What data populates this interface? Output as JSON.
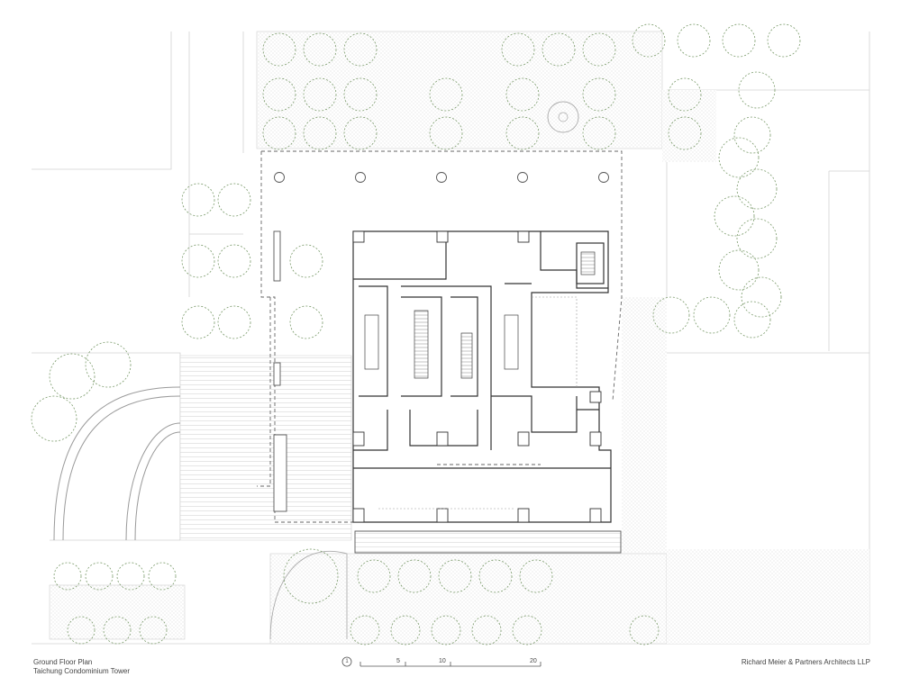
{
  "drawing": {
    "title": "Ground Floor Plan",
    "project": "Taichung Condominium Tower",
    "firm": "Richard Meier & Partners Architects LLP"
  },
  "scale_bar": {
    "north_mark": "1",
    "ticks": [
      "5",
      "10",
      "20"
    ]
  },
  "colors": {
    "line": "#555555",
    "tree": "#7a9a6a",
    "paving": "#d9d9d9",
    "light": "#cfcfcf"
  }
}
